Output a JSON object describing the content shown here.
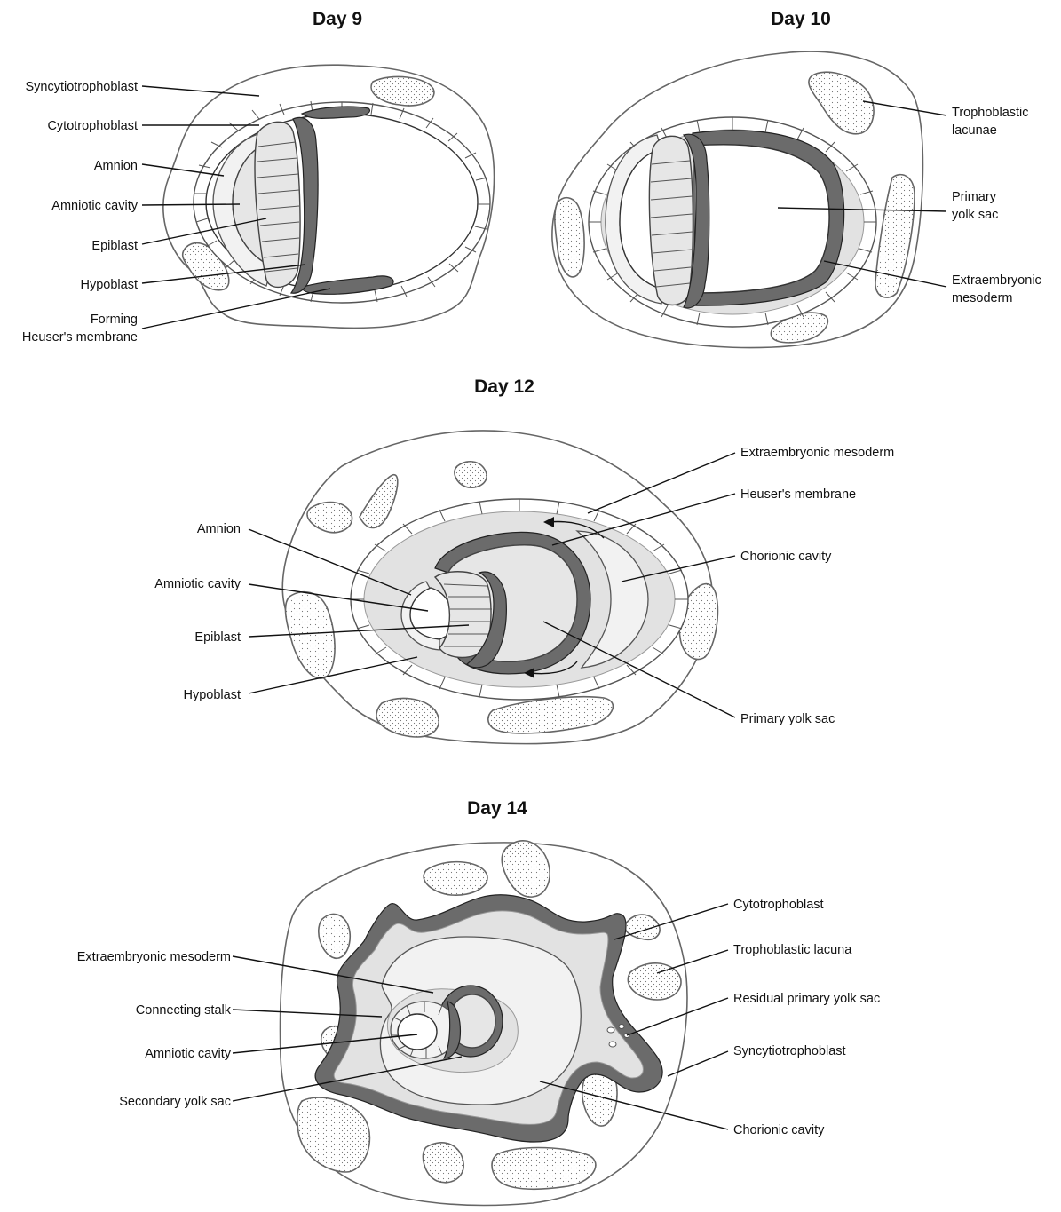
{
  "panels": {
    "day9": {
      "title": "Day 9",
      "labels": {
        "syncytiotrophoblast": "Syncytiotrophoblast",
        "cytotrophoblast": "Cytotrophoblast",
        "amnion": "Amnion",
        "amniotic_cavity": "Amniotic cavity",
        "epiblast": "Epiblast",
        "hypoblast": "Hypoblast",
        "forming_heuser_line1": "Forming",
        "forming_heuser_line2": "Heuser's membrane"
      }
    },
    "day10": {
      "title": "Day 10",
      "labels": {
        "trophoblastic_lacunae_line1": "Trophoblastic",
        "trophoblastic_lacunae_line2": "lacunae",
        "primary_yolk_sac_line1": "Primary",
        "primary_yolk_sac_line2": "yolk sac",
        "extraembryonic_mesoderm_line1": "Extraembryonic",
        "extraembryonic_mesoderm_line2": "mesoderm"
      }
    },
    "day12": {
      "title": "Day 12",
      "labels": {
        "extraembryonic_mesoderm": "Extraembryonic mesoderm",
        "heuser_membrane": "Heuser's membrane",
        "chorionic_cavity": "Chorionic cavity",
        "primary_yolk_sac": "Primary yolk sac",
        "amnion": "Amnion",
        "amniotic_cavity": "Amniotic cavity",
        "epiblast": "Epiblast",
        "hypoblast": "Hypoblast"
      }
    },
    "day14": {
      "title": "Day 14",
      "labels": {
        "cytotrophoblast": "Cytotrophoblast",
        "trophoblastic_lacuna": "Trophoblastic lacuna",
        "residual_primary_yolk_sac": "Residual primary yolk sac",
        "syncytiotrophoblast": "Syncytiotrophoblast",
        "chorionic_cavity": "Chorionic cavity",
        "extraembryonic_mesoderm": "Extraembryonic mesoderm",
        "connecting_stalk": "Connecting stalk",
        "amniotic_cavity": "Amniotic cavity",
        "secondary_yolk_sac": "Secondary yolk sac"
      }
    }
  }
}
